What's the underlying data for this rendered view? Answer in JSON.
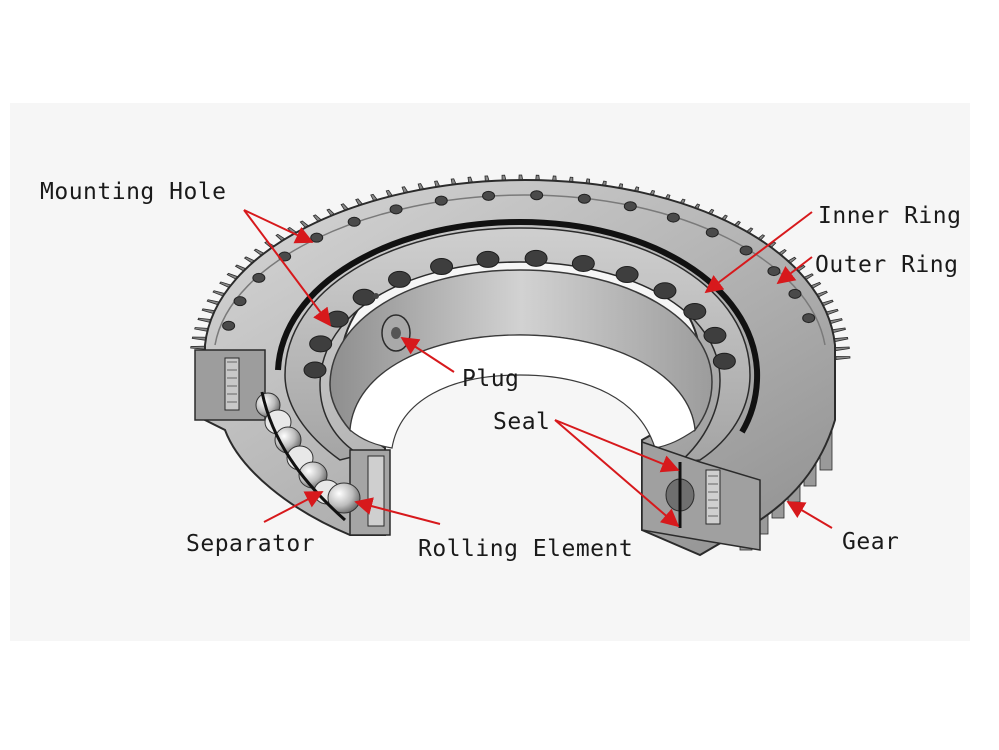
{
  "labels": {
    "mounting_hole": "Mounting Hole",
    "inner_ring": "Inner Ring",
    "outer_ring": "Outer Ring",
    "plug": "Plug",
    "seal": "Seal",
    "separator": "Separator",
    "rolling_element": "Rolling Element",
    "gear": "Gear"
  },
  "colors": {
    "arrow": "#d7191c",
    "metal_light": "#c9c9c9",
    "metal_mid": "#9a9a9a",
    "metal_dark": "#5e5e5e",
    "outline": "#2b2b2b",
    "background_panel": "#f6f6f6"
  }
}
